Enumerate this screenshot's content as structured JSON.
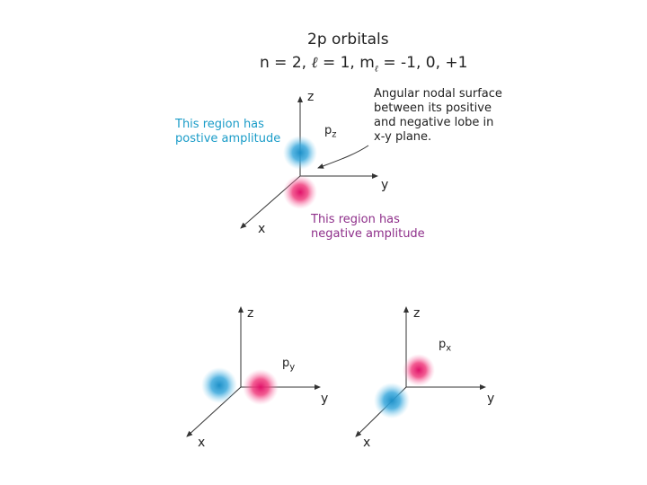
{
  "title": "2p orbitals",
  "quantum_numbers": {
    "n_part": "n = 2,",
    "l_symbol": "ℓ",
    "l_part": " = 1, m",
    "ml_sub": "ℓ",
    "ml_part": " = -1, 0, +1"
  },
  "top_diagram": {
    "axis_z": "z",
    "axis_y": "y",
    "axis_x": "x",
    "orbital_main": "p",
    "orbital_sub": "z",
    "positive_note": [
      "This region has",
      "postive amplitude"
    ],
    "negative_note": [
      "This region has",
      "negative amplitude"
    ],
    "nodal_note": [
      "Angular nodal surface",
      "between its positive",
      "and negative lobe in",
      "x-y plane."
    ]
  },
  "bottom_left": {
    "axis_z": "z",
    "axis_y": "y",
    "axis_x": "x",
    "orbital_main": "p",
    "orbital_sub": "y"
  },
  "bottom_right": {
    "axis_z": "z",
    "axis_y": "y",
    "axis_x": "x",
    "orbital_main": "p",
    "orbital_sub": "x"
  },
  "colors": {
    "positive_lobe": "#29a3d4",
    "negative_lobe": "#ee2a7b",
    "positive_text": "#1a9cc8",
    "negative_text": "#8e2f8a",
    "axis": "#333333"
  }
}
